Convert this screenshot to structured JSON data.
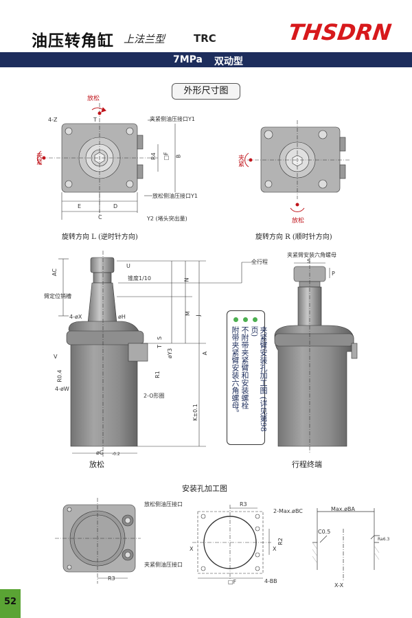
{
  "header": {
    "title": "油压转角缸",
    "subtitle": "上法兰型",
    "model": "TRC",
    "logo": "THSDRN"
  },
  "band": {
    "pressure": "7MPa",
    "type": "双动型"
  },
  "section_title": "外形尺寸图",
  "top_view_left": {
    "release": "放松",
    "clamp": "夹紧",
    "hole_label": "4-Z",
    "t_label": "T",
    "r4_label": "R4",
    "f_label": "□F",
    "b_label": "B",
    "port_clamp": "夹紧侧油压接口Y1",
    "port_release": "放松侧油压接口Y1",
    "e_label": "E",
    "d_label": "D",
    "c_label": "C",
    "y2_label": "Y2 (堵头突出量)",
    "caption": "旋转方向 L (逆时针方向)"
  },
  "top_view_right": {
    "clamp": "夹紧",
    "release": "放松",
    "caption": "旋转方向 R (顺时针方向)"
  },
  "side_view": {
    "ac": "AC",
    "u": "U",
    "taper": "锥度1/10",
    "groove": "臂定位销槽",
    "x": "4-øX",
    "h": "øH",
    "v": "V",
    "r04": "R0.4",
    "w": "4-øW",
    "s": "S",
    "t": "T",
    "y3": "øY3",
    "r1": "R1",
    "oring": "2-O形圈",
    "n": "N",
    "m": "M",
    "j": "J",
    "a": "A",
    "k": "K±0.1",
    "g": "øG",
    "g_tol": "-0.2",
    "full_stroke": "全行程",
    "caption": "放松"
  },
  "end_view": {
    "nut_label": "夹紧臂安装六角螺母",
    "s": "S",
    "p": "P",
    "caption": "行程终端"
  },
  "note": {
    "line1": "夹紧臂安装孔加工图 (详见第98页)",
    "line2": "不附带夹紧臂和安装螺栓",
    "line3": "附带夹紧臂安装六角螺母。"
  },
  "install_title": "安装孔加工图",
  "install_left": {
    "port_release": "放松侧油压接口",
    "port_clamp": "夹紧侧油压接口",
    "r3": "R3"
  },
  "install_mid": {
    "r3": "R3",
    "bc": "2-Max.øBC",
    "x1": "X",
    "x2": "X",
    "r2": "R2",
    "f": "□F",
    "bb": "4-BB"
  },
  "install_right": {
    "ba": "Max.øBA",
    "c05": "C0.5",
    "ra": "Ra6.3",
    "xx": "X-X"
  },
  "page_number": "52",
  "colors": {
    "band": "#1d2d5c",
    "logo": "#d7191c",
    "body": "#8a8a8a",
    "accent_red": "#c0141b",
    "page_tab": "#5aa434"
  }
}
